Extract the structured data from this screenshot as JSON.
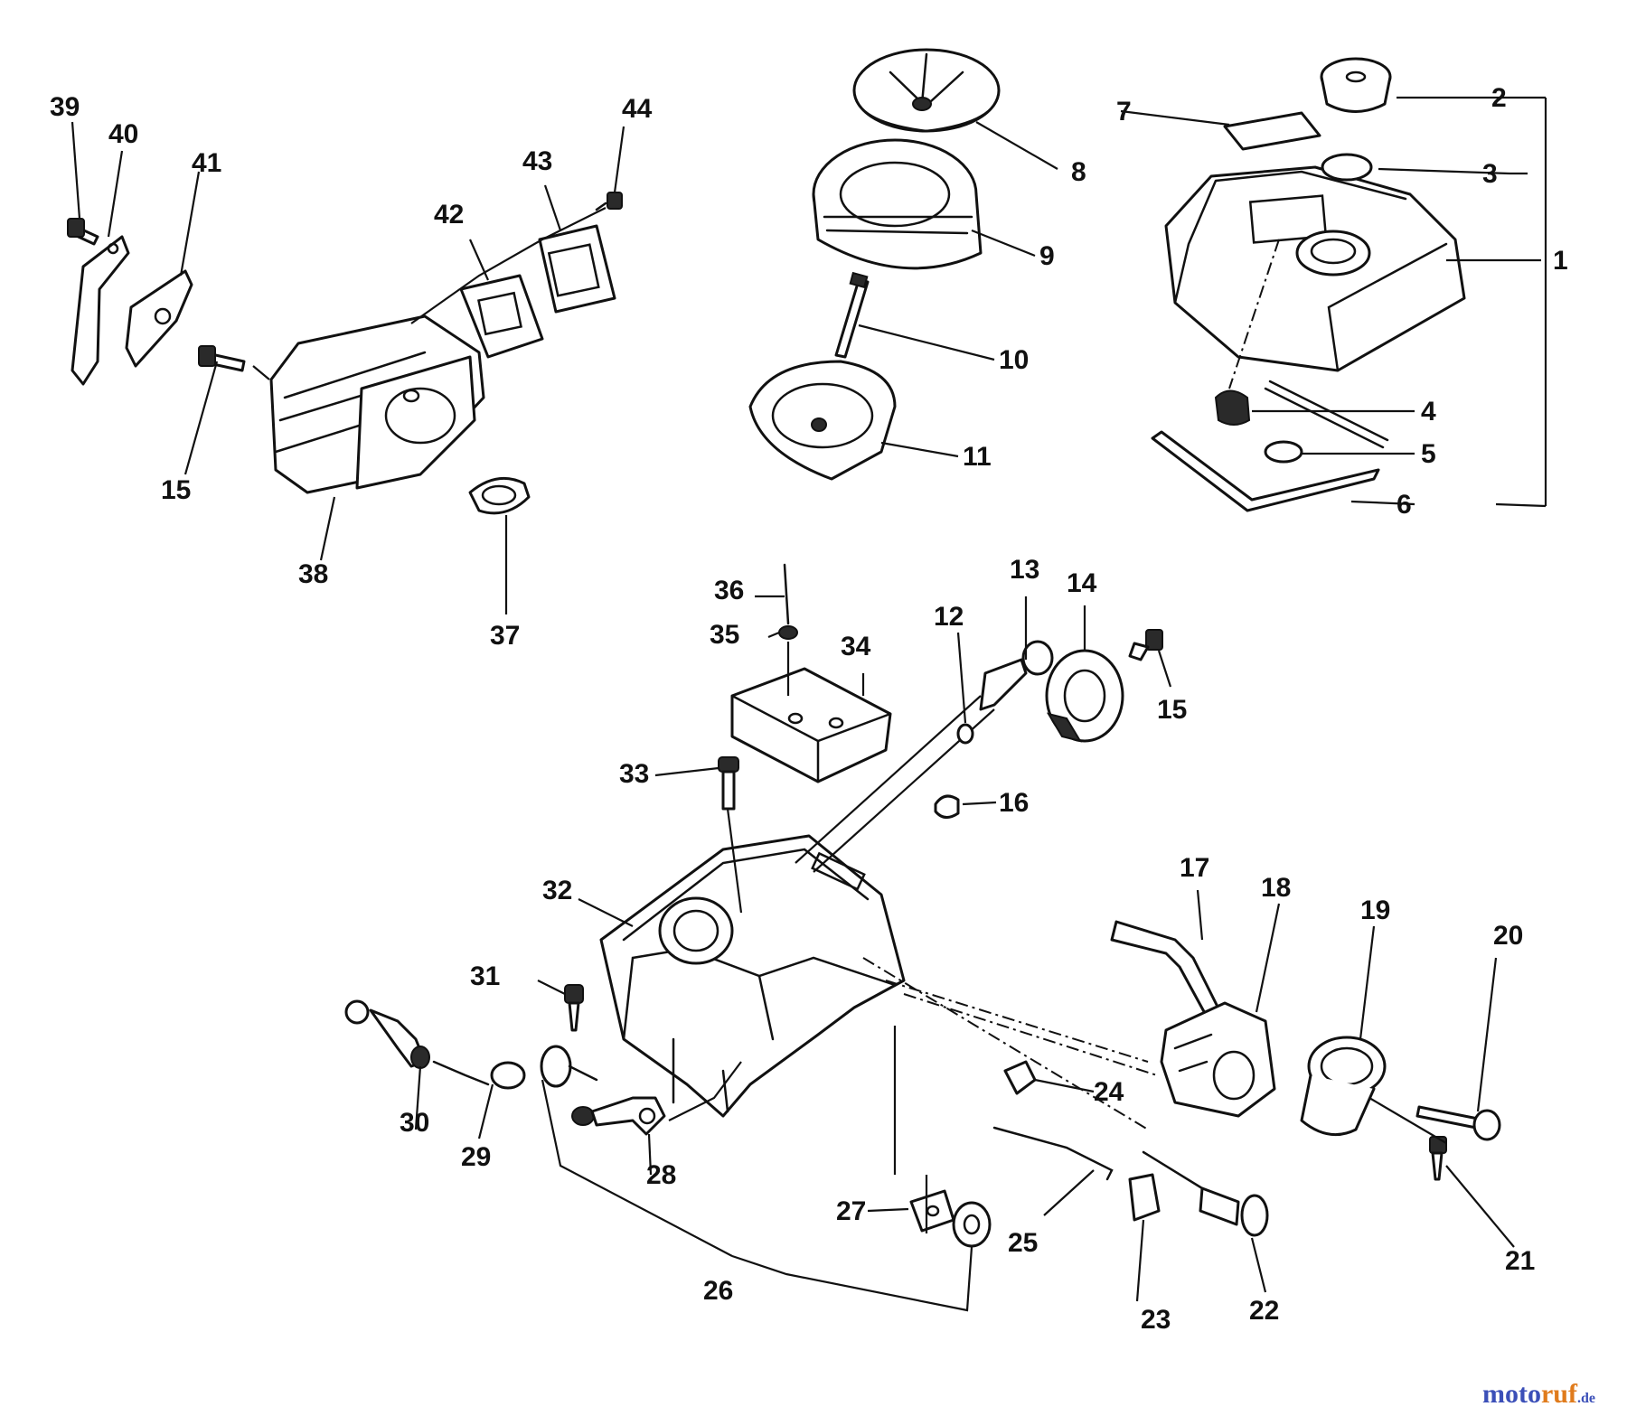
{
  "labels": [
    {
      "id": "1",
      "text": "1"
    },
    {
      "id": "2",
      "text": "2"
    },
    {
      "id": "3",
      "text": "3"
    },
    {
      "id": "4",
      "text": "4"
    },
    {
      "id": "5",
      "text": "5"
    },
    {
      "id": "6",
      "text": "6"
    },
    {
      "id": "7",
      "text": "7"
    },
    {
      "id": "8",
      "text": "8"
    },
    {
      "id": "9",
      "text": "9"
    },
    {
      "id": "10",
      "text": "10"
    },
    {
      "id": "11",
      "text": "11"
    },
    {
      "id": "12",
      "text": "12"
    },
    {
      "id": "13",
      "text": "13"
    },
    {
      "id": "14",
      "text": "14"
    },
    {
      "id": "15a",
      "text": "15"
    },
    {
      "id": "15b",
      "text": "15"
    },
    {
      "id": "16",
      "text": "16"
    },
    {
      "id": "17",
      "text": "17"
    },
    {
      "id": "18",
      "text": "18"
    },
    {
      "id": "19",
      "text": "19"
    },
    {
      "id": "20",
      "text": "20"
    },
    {
      "id": "21",
      "text": "21"
    },
    {
      "id": "22",
      "text": "22"
    },
    {
      "id": "23",
      "text": "23"
    },
    {
      "id": "24",
      "text": "24"
    },
    {
      "id": "25",
      "text": "25"
    },
    {
      "id": "26",
      "text": "26"
    },
    {
      "id": "27",
      "text": "27"
    },
    {
      "id": "28",
      "text": "28"
    },
    {
      "id": "29",
      "text": "29"
    },
    {
      "id": "30",
      "text": "30"
    },
    {
      "id": "31",
      "text": "31"
    },
    {
      "id": "32",
      "text": "32"
    },
    {
      "id": "33",
      "text": "33"
    },
    {
      "id": "34",
      "text": "34"
    },
    {
      "id": "35",
      "text": "35"
    },
    {
      "id": "36",
      "text": "36"
    },
    {
      "id": "37",
      "text": "37"
    },
    {
      "id": "38",
      "text": "38"
    },
    {
      "id": "39",
      "text": "39"
    },
    {
      "id": "40",
      "text": "40"
    },
    {
      "id": "41",
      "text": "41"
    },
    {
      "id": "42",
      "text": "42"
    },
    {
      "id": "43",
      "text": "43"
    },
    {
      "id": "44",
      "text": "44"
    }
  ],
  "watermark": {
    "part1": "moto",
    "part2": "ruf",
    "part3": ".de",
    "color1": "#3b4fb8",
    "color2": "#e07b1c"
  }
}
